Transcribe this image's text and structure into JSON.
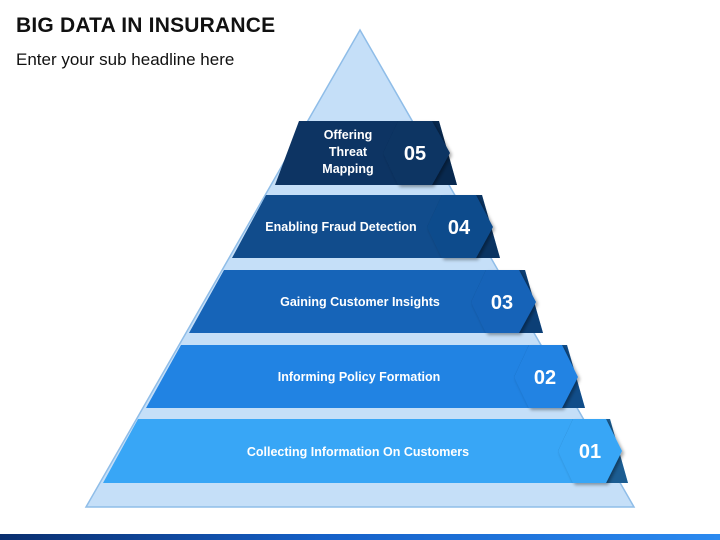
{
  "header": {
    "title": "BIG DATA IN INSURANCE",
    "subtitle": "Enter your sub headline here"
  },
  "colors": {
    "pyramid_base": "#c5dff8",
    "pyramid_edge": "#8fbde8",
    "tier_05": "#0d3463",
    "tier_04": "#114c8c",
    "tier_03": "#1664b8",
    "tier_02": "#2183e3",
    "tier_01": "#38a6f6"
  },
  "tiers": [
    {
      "number": "05",
      "label_lines": [
        "Offering",
        "Threat",
        "Mapping"
      ]
    },
    {
      "number": "04",
      "label_lines": [
        "Enabling Fraud Detection"
      ]
    },
    {
      "number": "03",
      "label_lines": [
        "Gaining Customer Insights"
      ]
    },
    {
      "number": "02",
      "label_lines": [
        "Informing Policy Formation"
      ]
    },
    {
      "number": "01",
      "label_lines": [
        "Collecting Information On Customers"
      ]
    }
  ]
}
